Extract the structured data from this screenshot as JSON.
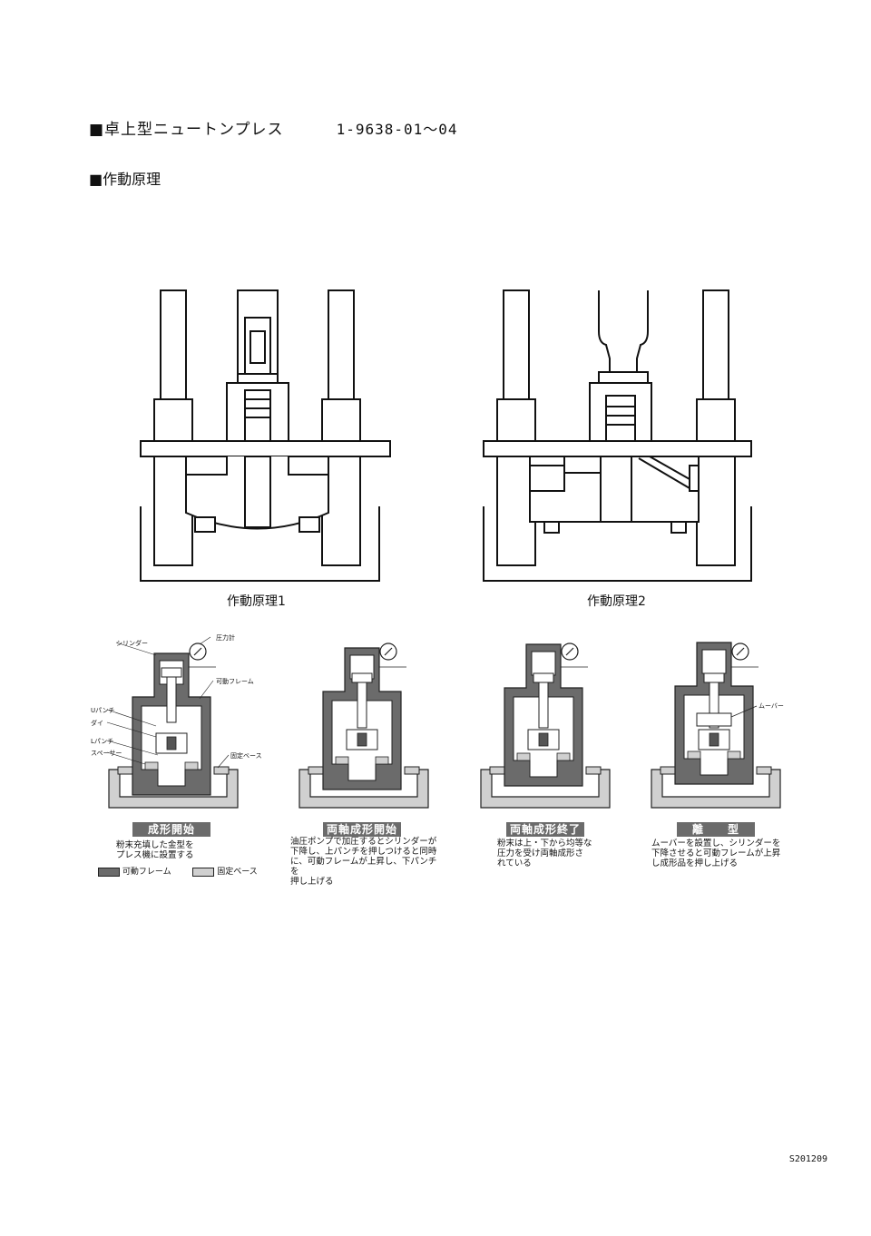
{
  "header": {
    "product_title": "■卓上型ニュートンプレス",
    "product_code": "1-9638-01～04",
    "section_title": "■作動原理"
  },
  "diagrams": [
    {
      "caption": "作動原理1"
    },
    {
      "caption": "作動原理2"
    }
  ],
  "labels": {
    "cylinder": "シリンダー",
    "gauge": "圧力計",
    "movable_frame": "可動フレーム",
    "upper_punch": "Uパンチ",
    "die": "ダイ",
    "lower_punch": "Lパンチ",
    "spacer": "スペーサー",
    "fixed_base": "固定ベース",
    "mover": "ムーバー"
  },
  "stages": [
    {
      "label": "成形開始",
      "desc": "粉末充填した金型を\nプレス機に設置する"
    },
    {
      "label": "両軸成形開始",
      "desc": "油圧ポンプで加圧するとシリンダーが\n下降し、上パンチを押しつけると同時\nに、可動フレームが上昇し、下パンチを\n押し上げる"
    },
    {
      "label": "両軸成形終了",
      "desc": "粉末は上・下から均等な\n圧力を受け両軸成形さ\nれている"
    },
    {
      "label": "離　　型",
      "desc": "ムーバーを設置し、シリンダーを\n下降させると可動フレームが上昇\nし成形品を押し上げる"
    }
  ],
  "legend": {
    "movable_frame": "可動フレーム",
    "fixed_base": "固定ベース",
    "movable_color": "#6b6b6b",
    "fixed_color": "#d0d0d0"
  },
  "footer": {
    "doc_code": "S201209"
  }
}
